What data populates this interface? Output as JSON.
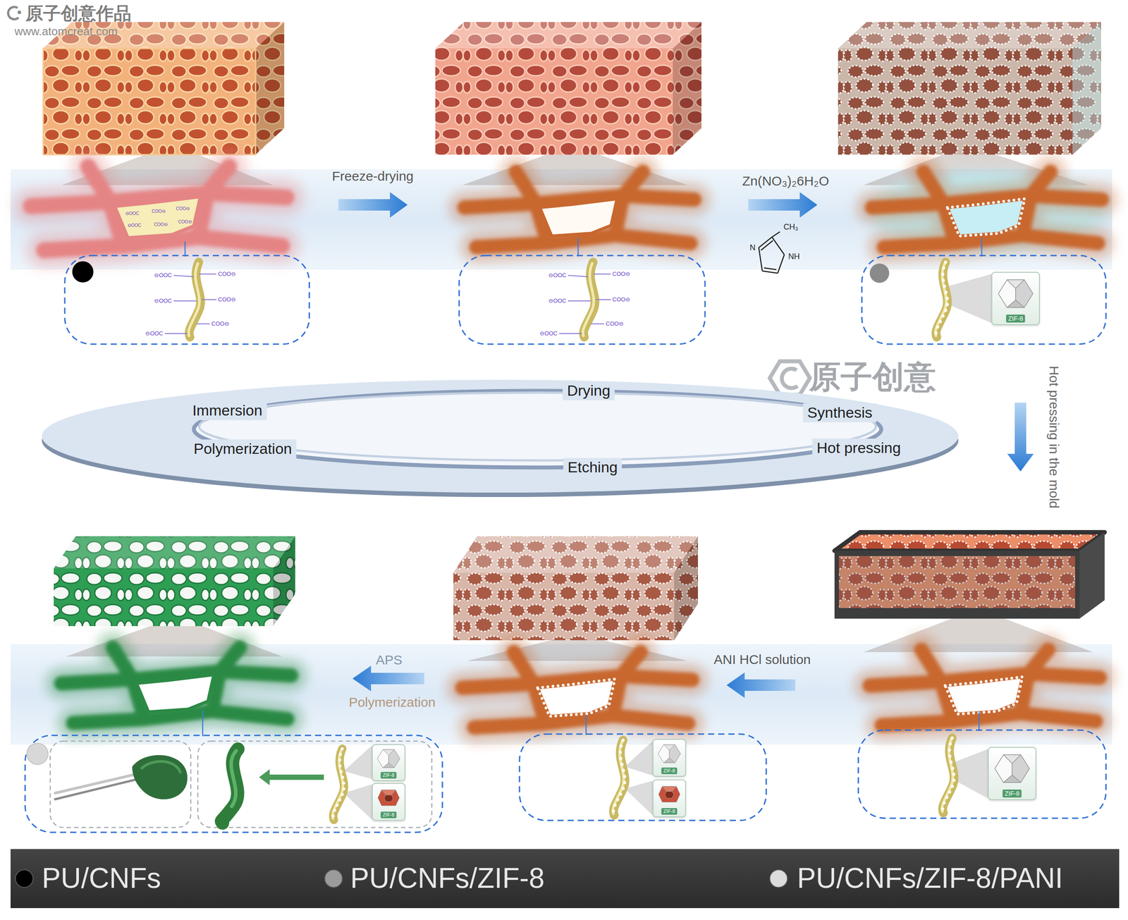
{
  "diagram": {
    "nodes": [
      {
        "text": [
          "Drying",
          "Immersion",
          "Synthesis",
          "Polymerization",
          "Hot pressing",
          "Etching"
        ]
      },
      {
        "text": [
          "ZIF-8"
        ]
      },
      {
        "text": [
          "ZIF-8"
        ]
      },
      {
        "text": [
          "ZIF-8"
        ]
      },
      {
        "text": [
          "ZIF-8"
        ]
      },
      {
        "text": [
          "ZIF-8"
        ]
      },
      {
        "text": [
          "ZIF-8"
        ]
      }
    ],
    "labels": [
      "原子创意作品",
      "www.atomcreat.com",
      "Freeze-drying",
      "Zn(NO₃)₂6H₂O",
      "CH₃",
      "N",
      "NH",
      "⊖OOC",
      "COO⊖",
      "COO⊖",
      "⊖OOC",
      "COO⊖",
      "COO⊖",
      "⊖OOC",
      "COO⊖",
      "⊖OOC",
      "COO⊖",
      "⊖OOC",
      "COO⊖",
      "⊖OOC",
      "COO⊖",
      "⊖OOC",
      "COO⊖",
      "⊖OOC",
      "COO⊖",
      "原子创意",
      "Hot pressing in the mold",
      "ANI HCl solution",
      "APS",
      "Polymerization"
    ],
    "legend": [
      {
        "text": "PU/CNFs",
        "color": "#000000"
      },
      {
        "text": "PU/CNFs/ZIF-8",
        "color": "#9b9b9b"
      },
      {
        "text": "PU/CNFs/ZIF-8/PANI",
        "color": "#dcdcdc"
      }
    ]
  }
}
